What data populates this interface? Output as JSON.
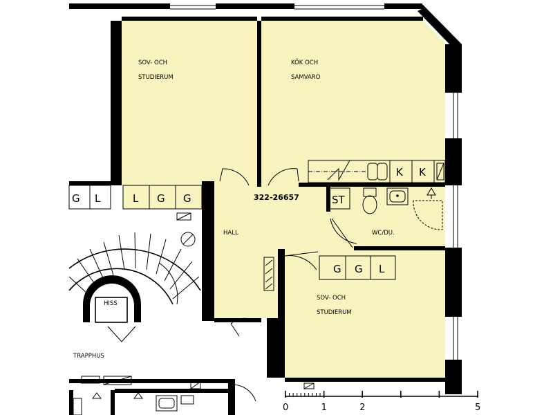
{
  "rooms": {
    "bedroom_top": [
      "SOV- OCH",
      "STUDIERUM"
    ],
    "kitchen": [
      "KÖK OCH",
      "SAMVARO"
    ],
    "hall": "HALL",
    "wc": "WC/DU.",
    "bedroom_bottom": [
      "SOV- OCH",
      "STUDIERUM"
    ],
    "elevator": "HISS",
    "stairwell": "TRAPPHUS"
  },
  "apartment_number": "322-26657",
  "storage": {
    "left_row": [
      "G",
      "L"
    ],
    "bedroom_top_row": [
      "L",
      "G",
      "G"
    ],
    "kitchen_row": [
      "K",
      "K"
    ],
    "st": "ST",
    "bedroom_bottom_row": [
      "G",
      "G",
      "L"
    ]
  },
  "scale": {
    "labels": [
      "0",
      "1",
      "2",
      "5"
    ],
    "values": [
      0,
      1,
      2,
      5
    ]
  },
  "colors": {
    "room_fill": "#f8f4c0",
    "wall": "#000000"
  }
}
